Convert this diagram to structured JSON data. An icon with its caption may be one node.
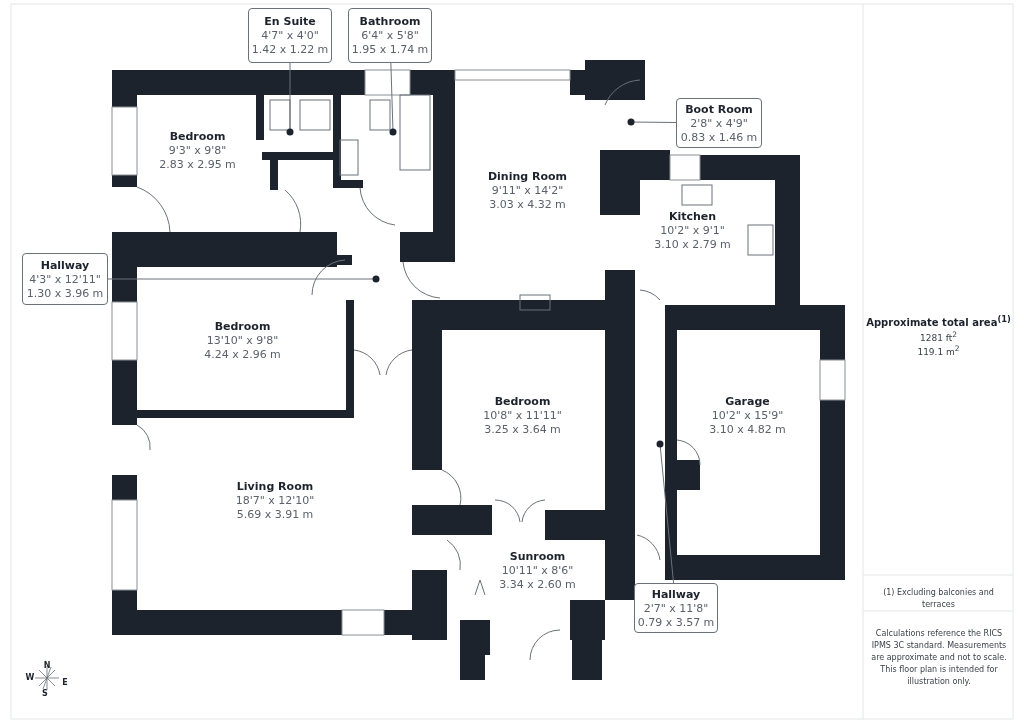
{
  "diagram": {
    "nodes": [
      {
        "text": [
          "En Suite",
          "4'7\" x 4'0\"",
          "1.42 x 1.22 m"
        ]
      },
      {
        "text": [
          "Bathroom",
          "6'4\" x 5'8\"",
          "1.95 x 1.74 m"
        ]
      },
      {
        "text": [
          "Bedroom",
          "9'3\" x 9'8\"",
          "2.83 x 2.95 m"
        ]
      },
      {
        "text": [
          "Boot Room",
          "2'8\" x 4'9\"",
          "0.83 x 1.46 m"
        ]
      },
      {
        "text": [
          "Dining Room",
          "9'11\" x 14'2\"",
          "3.03 x 4.32 m"
        ]
      },
      {
        "text": [
          "Kitchen",
          "10'2\" x 9'1\"",
          "3.10 x 2.79 m"
        ]
      },
      {
        "text": [
          "Hallway",
          "4'3\" x 12'11\"",
          "1.30 x 3.96 m"
        ]
      },
      {
        "text": [
          "Bedroom",
          "13'10\" x 9'8\"",
          "4.24 x 2.96 m"
        ]
      },
      {
        "text": [
          "Bedroom",
          "10'8\" x 11'11\"",
          "3.25 x 3.64 m"
        ]
      },
      {
        "text": [
          "Garage",
          "10'2\" x 15'9\"",
          "3.10 x 4.82 m"
        ]
      },
      {
        "text": [
          "Living Room",
          "18'7\" x 12'10\"",
          "5.69 x 3.91 m"
        ]
      },
      {
        "text": [
          "Sunroom",
          "10'11\" x 8'6\"",
          "3.34 x 2.60 m"
        ]
      },
      {
        "text": [
          "Hallway",
          "2'7\" x 11'8\"",
          "0.79 x 3.57 m"
        ]
      }
    ],
    "edges": [
      {
        "from": 0,
        "to": null,
        "arrow": "other"
      },
      {
        "from": 1,
        "to": null,
        "arrow": "other"
      },
      {
        "from": 3,
        "to": null,
        "arrow": "other"
      },
      {
        "from": 6,
        "to": null,
        "arrow": "other"
      },
      {
        "from": 12,
        "to": null,
        "arrow": "other"
      }
    ],
    "labels": [
      "Approximate total area$^{(1)}$",
      "1281 ft$^{2}$",
      "119.1 m$^{2}$",
      "N",
      "W",
      "E",
      "S",
      "(1) Excluding balconies and terraces",
      "Calculations reference the RICS IPMS 3C standard. Measurements are approximate and not to scale. This floor plan is intended for illustration only."
    ]
  }
}
